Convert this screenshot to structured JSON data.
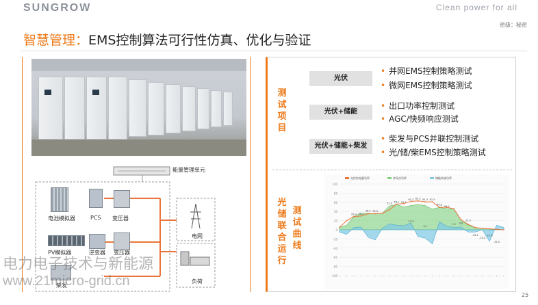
{
  "header": {
    "logo": "SUNGROW",
    "tagline": "Clean power for all",
    "secret": "密级：秘密"
  },
  "title": {
    "prefix": "智慧管理：",
    "main": "EMS控制算法可行性仿真、优化与验证"
  },
  "diagram": {
    "ems_label": "能量管理单元",
    "battery_sim": "电池模拟器",
    "pcs": "PCS",
    "transformer1": "变压器",
    "pv_sim": "PV模拟器",
    "inverter": "逆变器",
    "transformer2": "变压器",
    "diesel": "柴发",
    "grid": "电网",
    "load": "负荷"
  },
  "tests": {
    "heading": "测试项目",
    "groups": [
      {
        "label": "光伏",
        "items": [
          "并网EMS控制策略测试",
          "微网EMS控制策略测试"
        ]
      },
      {
        "label": "光伏+储能",
        "items": [
          "出口功率控制测试",
          "AGC/快频响应测试"
        ]
      },
      {
        "label": "光伏+储能+柴发",
        "items": [
          "柴发与PCS并联控制测试",
          "光/储/柴EMS控制策略测试"
        ]
      }
    ]
  },
  "curve": {
    "heading_left": "光储联合运行",
    "heading_right": "测试曲线"
  },
  "chart_data": {
    "type": "area",
    "legend": [
      "光伏发电量功率",
      "并网点功率",
      "储能系统功率"
    ],
    "colors": {
      "grid_line": "#e8763a",
      "pv": "#7fd07f",
      "storage": "#7fc9e6"
    },
    "ylim": [
      -100,
      100
    ],
    "y_ticks": [
      100,
      80,
      60,
      40,
      20,
      0,
      -20,
      -40,
      -60,
      -80,
      -100
    ],
    "x_count": 24,
    "series_pv": [
      5,
      10,
      29,
      36,
      36,
      35,
      36,
      52,
      55,
      50,
      53,
      55,
      53,
      45,
      49,
      46,
      46,
      22,
      10,
      5,
      3,
      2,
      1,
      0
    ],
    "series_grid": [
      5,
      20,
      29,
      30,
      35,
      35,
      36,
      44,
      56,
      57,
      62,
      63,
      61,
      61,
      49,
      49,
      46,
      22,
      12,
      5,
      3,
      2,
      1,
      0
    ],
    "series_storage": [
      -5,
      -10,
      5,
      6,
      -16,
      -22,
      3,
      13,
      10,
      9,
      15,
      -15,
      -18,
      -31,
      17,
      8,
      5,
      6,
      -5,
      -5,
      0,
      -25,
      10,
      5
    ],
    "data_labels": [
      "29.4",
      "30.1",
      "36.4",
      "35.9",
      "52.9",
      "56.1",
      "55.2",
      "61.3",
      "63.2",
      "61.3",
      "61.5",
      "49.8",
      "46.0",
      "7.2",
      "9.8",
      "15.3",
      "-16.1",
      "-22.4",
      "-17.4",
      "-31.0",
      "13.3",
      "3.1"
    ]
  },
  "watermark": {
    "line1": "电力电子技术与新能源",
    "line2": "www.21micro-grid.cn"
  },
  "page": "25"
}
